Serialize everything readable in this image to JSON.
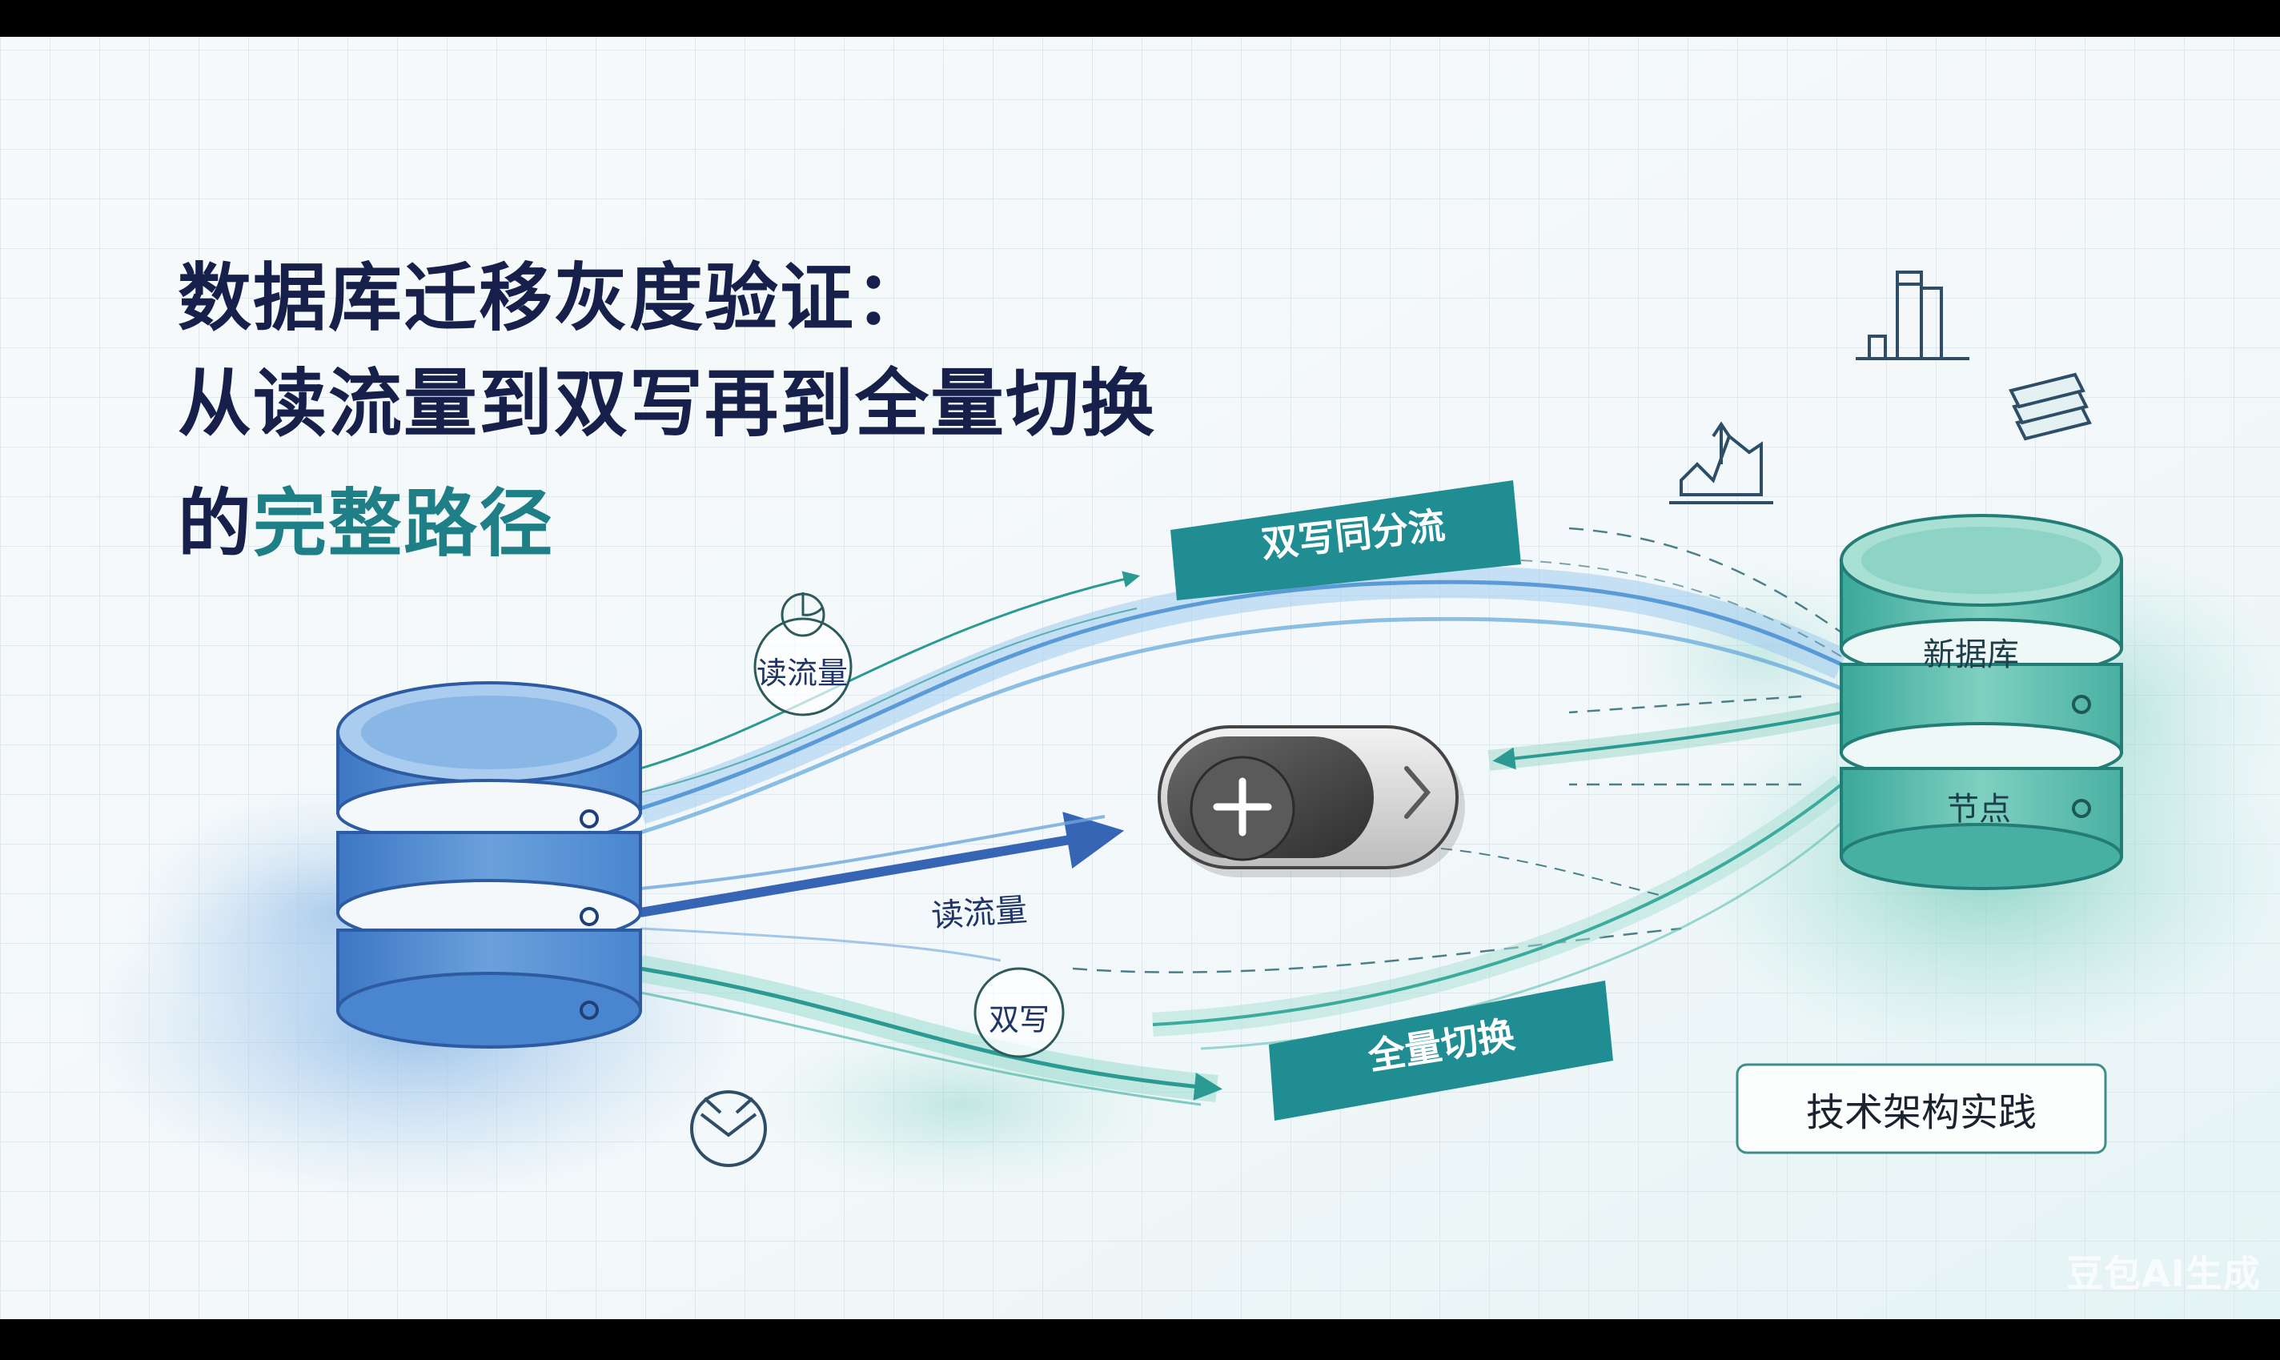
{
  "title": {
    "line1": "数据库迁移灰度验证：",
    "line2": "从读流量到双写再到全量切换",
    "line3_prefix": "的",
    "line3_accent": "完整路径"
  },
  "labels": {
    "banner_top": "双写同分流",
    "banner_bottom": "全量切换",
    "circle_read": "读流量",
    "arrow_read": "读流量",
    "circle_dual": "双写",
    "new_db_upper": "新据库",
    "new_db_lower": "节点",
    "footer_tag": "技术架构实践",
    "watermark": "豆包AI生成"
  },
  "colors": {
    "title": "#16204a",
    "accent_teal": "#1e7f86",
    "banner": "#1c8a8f",
    "old_db_blue": "#3c78c4",
    "new_db_teal": "#2fa59a",
    "switch_dark": "#4a4a4a"
  },
  "icons": {
    "switch": "toggle-switch-plus-chevron",
    "top_right_1": "bar-chart-icon",
    "top_right_2": "stacked-layers-icon",
    "top_right_3": "line-chart-icon",
    "pie": "pie-chart-icon",
    "download": "inbox-download-icon"
  }
}
